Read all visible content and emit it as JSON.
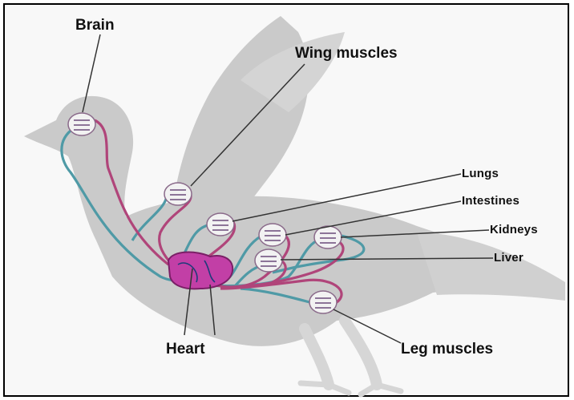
{
  "labels": {
    "brain": "Brain",
    "wing_muscles": "Wing muscles",
    "lungs": "Lungs",
    "intestines": "Intestines",
    "kidneys": "Kidneys",
    "liver": "Liver",
    "heart": "Heart",
    "leg_muscles": "Leg muscles"
  },
  "colors": {
    "bird_silhouette": "#c9c9c9",
    "oxygenated_vessel": "#b0457a",
    "deoxygenated_vessel": "#4f9aa6",
    "heart": "#c23fa6",
    "leader_line": "#333333"
  }
}
